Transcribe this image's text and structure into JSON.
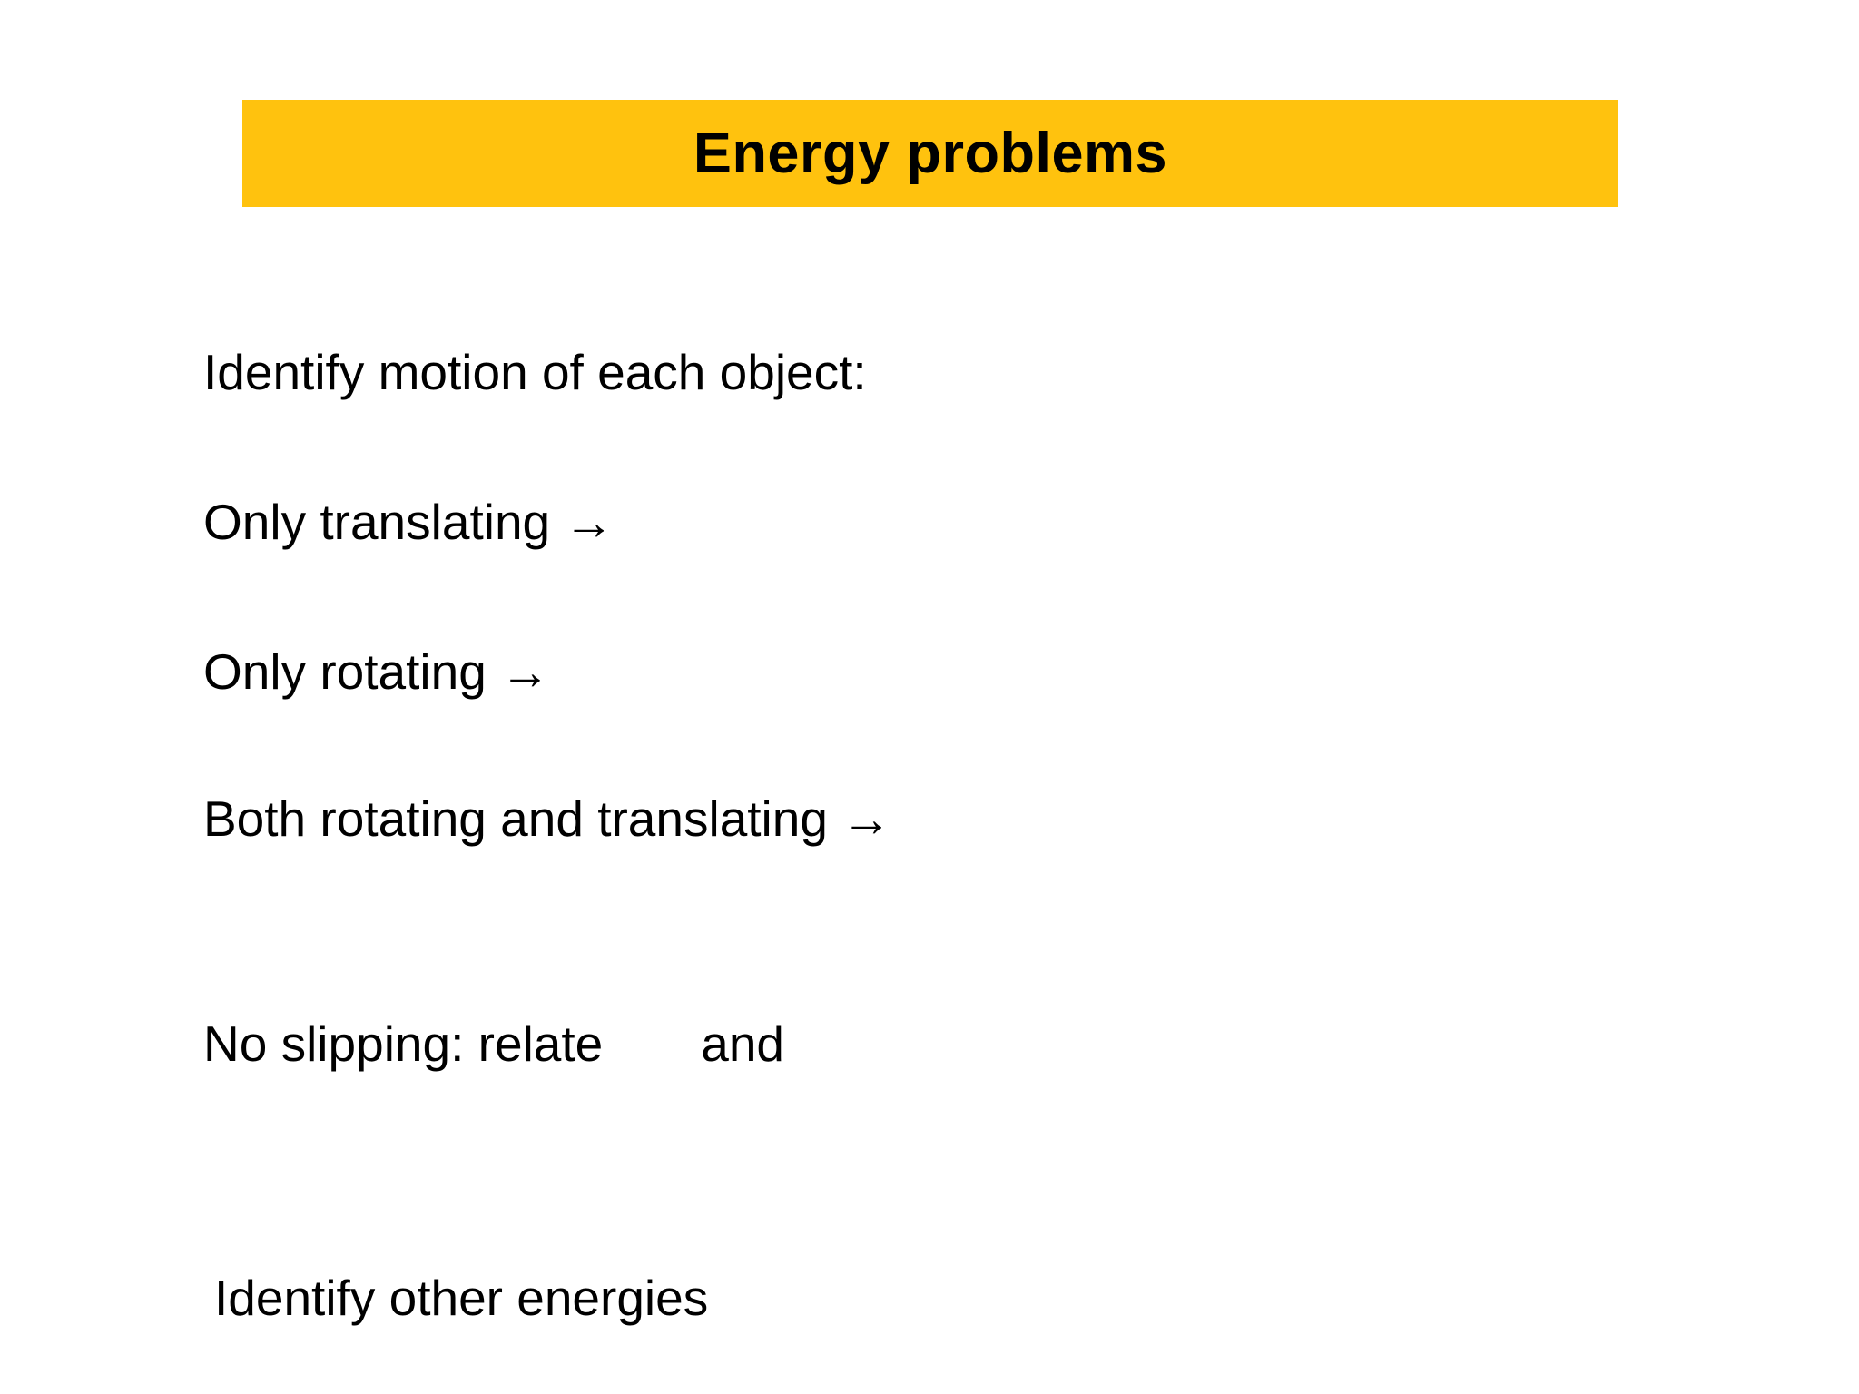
{
  "slide": {
    "title": "Energy problems",
    "title_banner_color": "#FFC20E",
    "background_color": "#FFFFFF",
    "text_color": "#000000",
    "lines": [
      {
        "id": "identify-motion",
        "text": "Identify motion of each object:"
      },
      {
        "id": "only-translating",
        "text": "Only translating →"
      },
      {
        "id": "only-rotating",
        "text": "Only rotating →"
      },
      {
        "id": "both-rotating-translating",
        "text": "Both rotating and translating →"
      },
      {
        "id": "no-slipping",
        "text_before": "No slipping: relate",
        "text_after": "and"
      },
      {
        "id": "identify-other-energies",
        "text": "Identify other energies"
      }
    ]
  }
}
